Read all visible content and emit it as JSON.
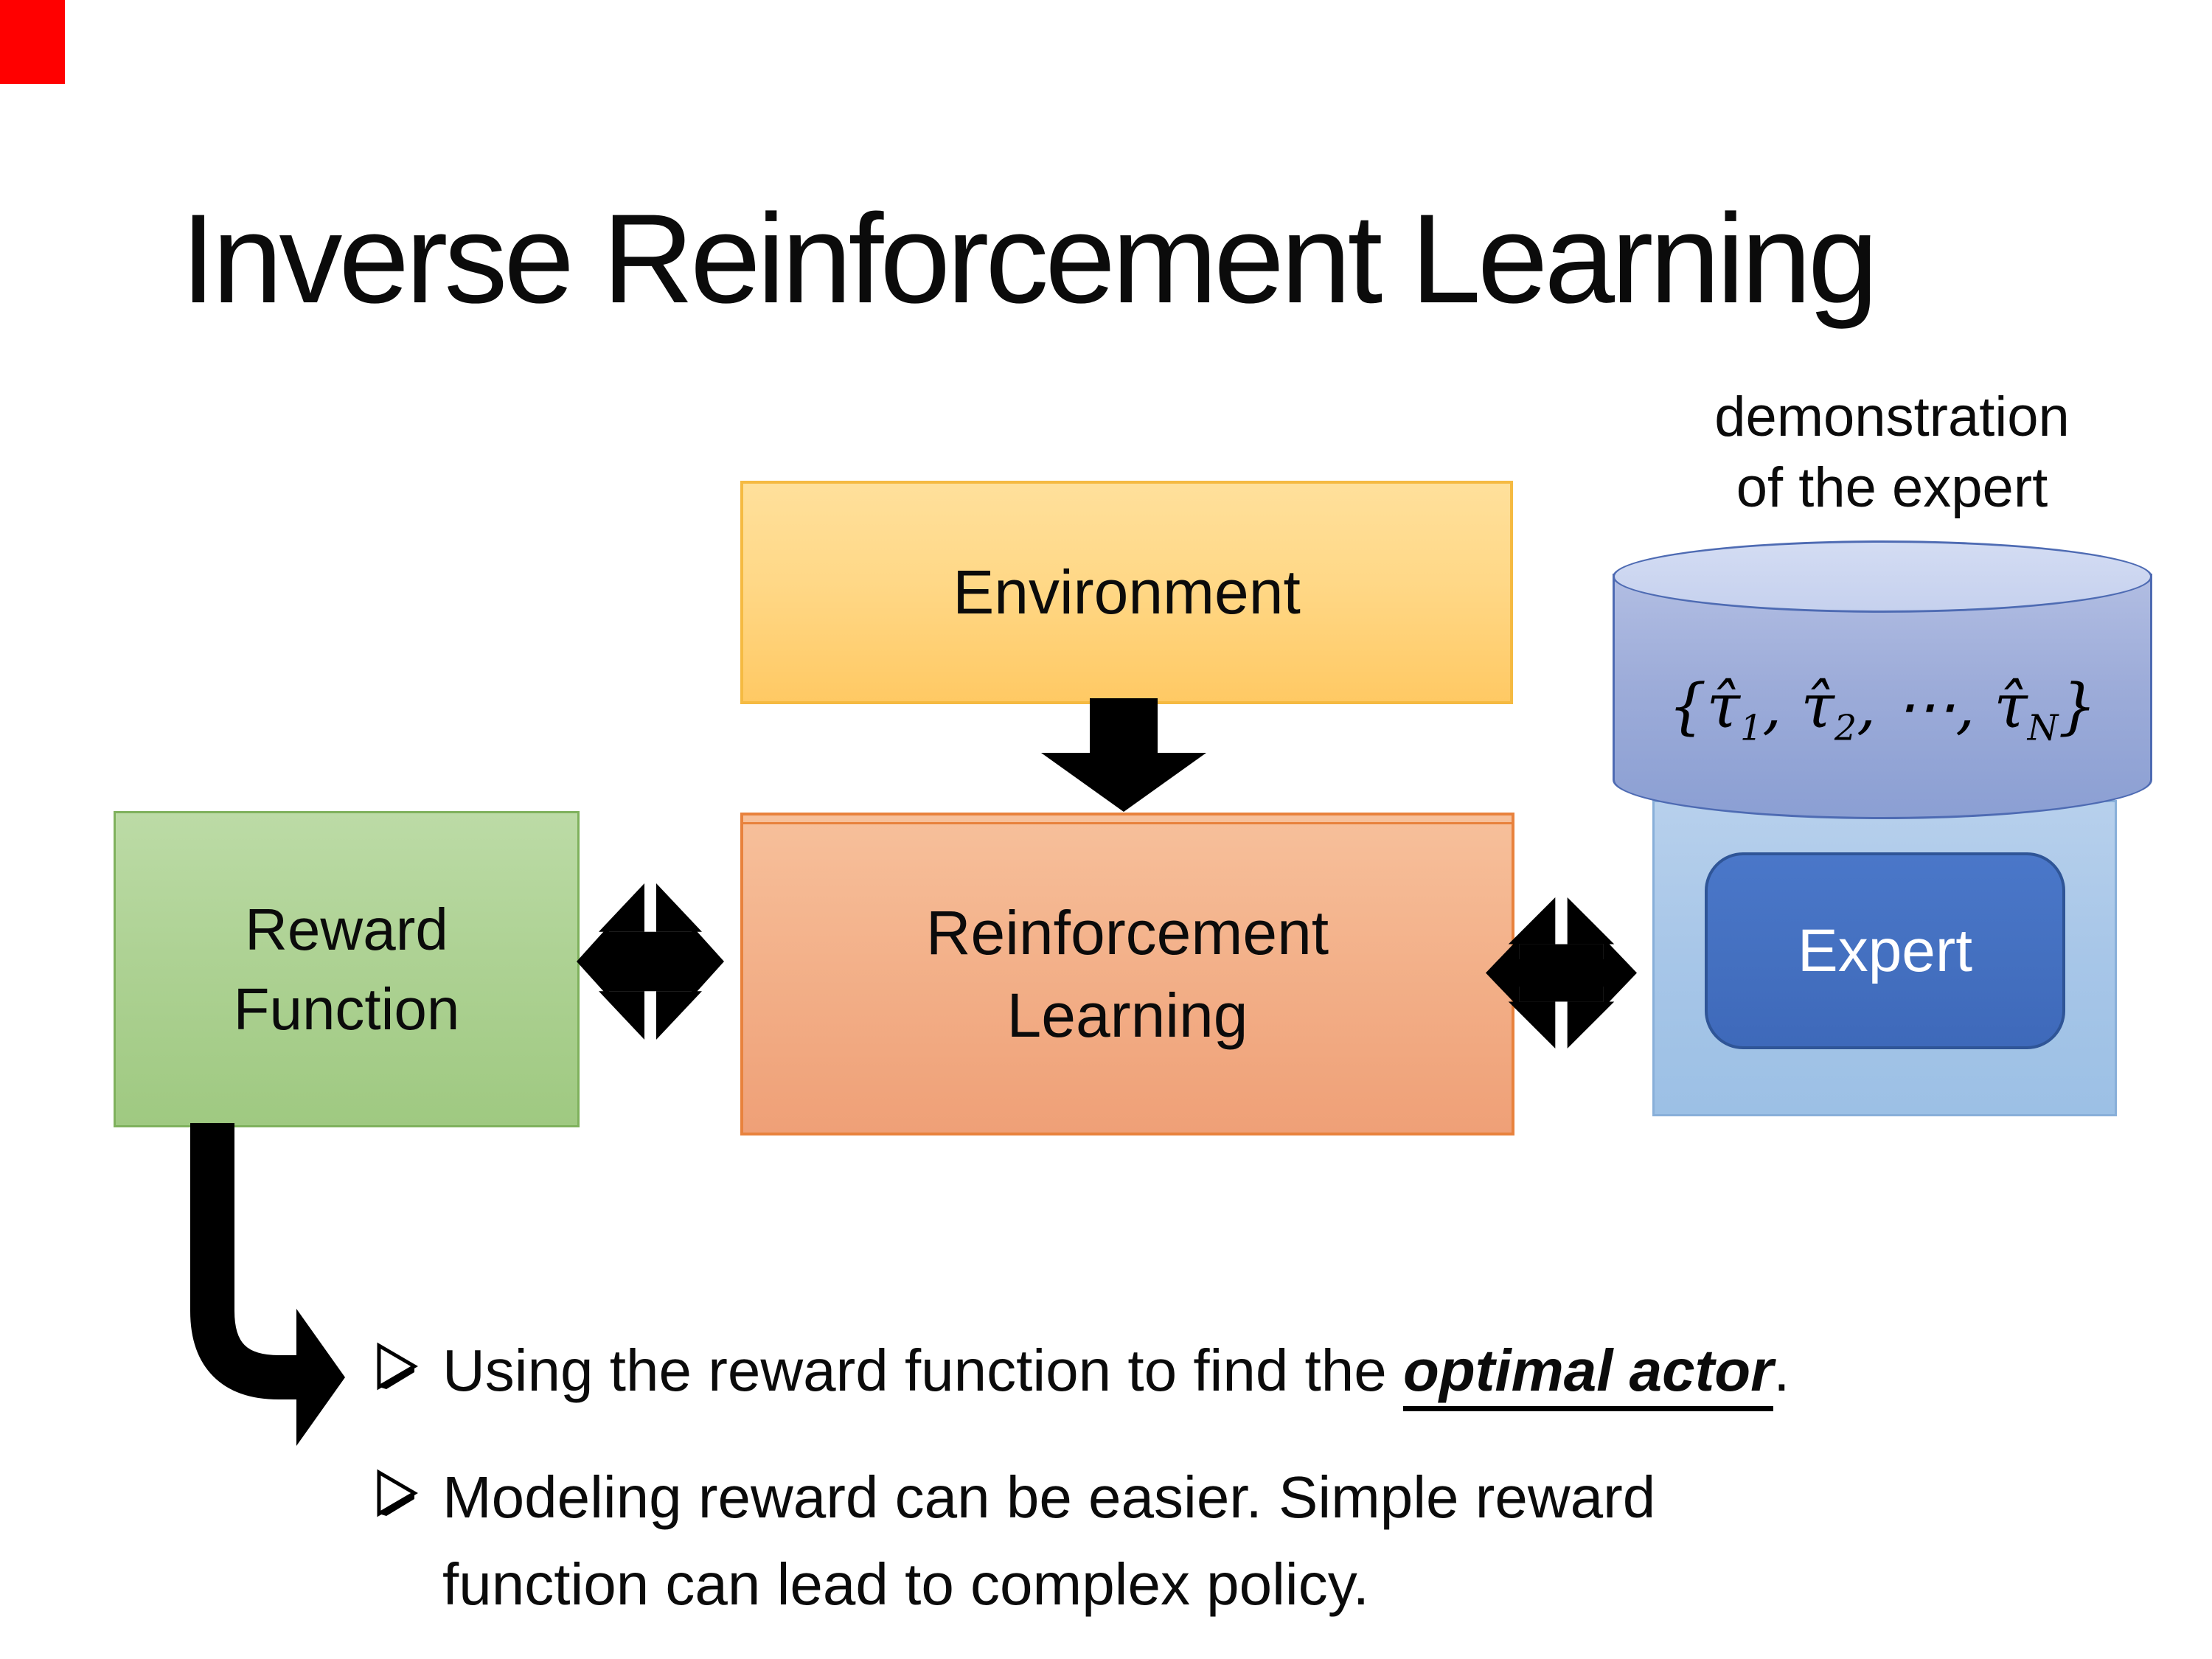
{
  "marker": {
    "color": "#ff0000"
  },
  "title": "Inverse Reinforcement Learning",
  "demo_label": {
    "line1": "demonstration",
    "line2": "of the expert"
  },
  "boxes": {
    "environment": "Environment",
    "reward": {
      "line1": "Reward",
      "line2": "Function"
    },
    "rl": {
      "line1": "Reinforcement",
      "line2": "Learning"
    },
    "expert": "Expert"
  },
  "cylinder": {
    "formula": {
      "open": "{",
      "tau1": "τ̂",
      "s1": "1",
      "c1": ", ",
      "tau2": "τ̂",
      "s2": "2",
      "c2": ", ",
      "dots": "⋯",
      "c3": ", ",
      "tauN": "τ̂",
      "sN": "N",
      "close": "}"
    }
  },
  "bullets": {
    "b1": {
      "pre": "Using the reward function to find the ",
      "em": "optimal actor",
      "post": "."
    },
    "b2": {
      "line1": "Modeling reward can be easier. Simple reward",
      "line2": "function can lead to complex policy."
    }
  },
  "colors": {
    "environment_fill": "#FFD887",
    "environment_border": "#F5BA42",
    "rl_fill": "#F3B18A",
    "rl_border": "#E8823D",
    "reward_fill": "#AED294",
    "reward_border": "#7FB15D",
    "expert_rect_fill": "#A7C6E8",
    "expert_rect_border": "#88AFD9",
    "expert_btn_fill": "#4470C0",
    "expert_btn_border": "#2F5597",
    "cylinder_body": "#9DACD9",
    "cylinder_top": "#C6D1EE",
    "cylinder_border": "#4E6BB3",
    "arrow": "#000000"
  }
}
